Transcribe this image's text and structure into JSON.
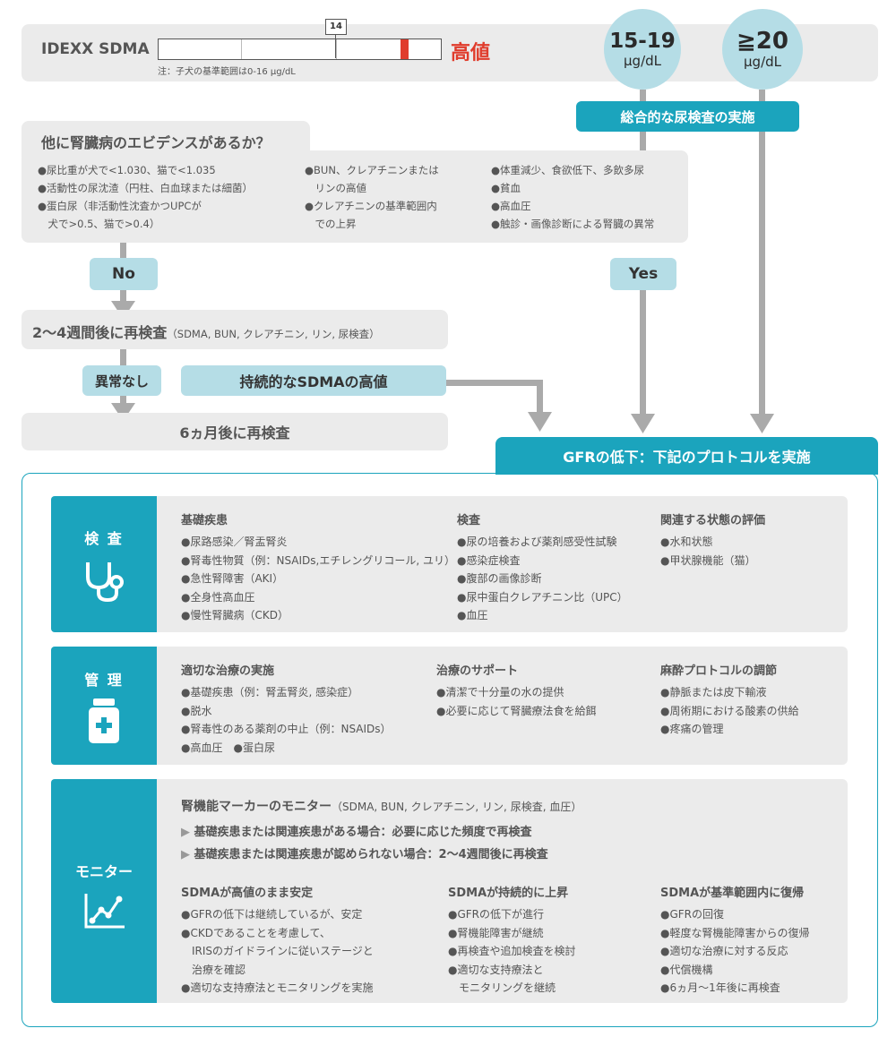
{
  "top": {
    "label": "IDEXX SDMA",
    "marker": "14",
    "high": "高値",
    "note": "注：子犬の基準範囲は0-16 μg/dL"
  },
  "circles": [
    {
      "value": "15-19",
      "unit": "μg/dL"
    },
    {
      "value": "≧20",
      "unit": "μg/dL"
    }
  ],
  "urine_test": "総合的な尿検査の実施",
  "evidence": {
    "title": "他に腎臓病のエビデンスがあるか？",
    "col1": [
      "●尿比重が犬で<1.030、猫で<1.035",
      "●活動性の尿沈渣（円柱、白血球または細菌）",
      "●蛋白尿（非活動性沈査かつUPCが",
      "　犬で>0.5、猫で>0.4）"
    ],
    "col2": [
      "●BUN、クレアチニンまたは",
      "　リンの高値",
      "●クレアチニンの基準範囲内",
      "　での上昇"
    ],
    "col3": [
      "●体重減少、食欲低下、多飲多尿",
      "●貧血",
      "●高血圧",
      "●触診・画像診断による腎臓の異常"
    ]
  },
  "no": "No",
  "yes": "Yes",
  "recheck": {
    "main": "2〜4週間後に再検査",
    "sub": "（SDMA, BUN, クレアチニン, リン, 尿検査）"
  },
  "normal": "異常なし",
  "persistent": "持続的なSDMAの高値",
  "six_month": "6ヵ月後に再検査",
  "gfr": "GFRの低下：下記のプロトコルを実施",
  "sections": {
    "exam": {
      "label": "検 査",
      "icon": "stethoscope-icon",
      "columns": [
        {
          "title": "基礎疾患",
          "items": [
            "●尿路感染／腎盂腎炎",
            "●腎毒性物質（例：NSAIDs,エチレングリコール, ユリ）",
            "●急性腎障害（AKI）",
            "●全身性高血圧",
            "●慢性腎臓病（CKD）"
          ]
        },
        {
          "title": "検査",
          "items": [
            "●尿の培養および薬剤感受性試験",
            "●感染症検査",
            "●腹部の画像診断",
            "●尿中蛋白クレアチニン比（UPC）",
            "●血圧"
          ]
        },
        {
          "title": "関連する状態の評価",
          "items": [
            "●水和状態",
            "●甲状腺機能（猫）"
          ]
        }
      ]
    },
    "manage": {
      "label": "管 理",
      "icon": "medicine-bottle-icon",
      "columns": [
        {
          "title": "適切な治療の実施",
          "items": [
            "●基礎疾患（例：腎盂腎炎, 感染症）",
            "●脱水",
            "●腎毒性のある薬剤の中止（例：NSAIDs）",
            "●高血圧　●蛋白尿"
          ]
        },
        {
          "title": "治療のサポート",
          "items": [
            "●清潔で十分量の水の提供",
            "●必要に応じて腎臓療法食を給餌"
          ]
        },
        {
          "title": "麻酔プロトコルの調節",
          "items": [
            "●静脈または皮下輸液",
            "●周術期における酸素の供給",
            "●疼痛の管理"
          ]
        }
      ]
    },
    "monitor": {
      "label": "モニター",
      "icon": "line-chart-icon",
      "title_main": "腎機能マーカーのモニター",
      "title_sub": "（SDMA, BUN, クレアチニン, リン, 尿検査, 血圧）",
      "line1": "基礎疾患または関連疾患がある場合：必要に応じた頻度で再検査",
      "line2": "基礎疾患または関連疾患が認められない場合：2〜4週間後に再検査",
      "columns": [
        {
          "title": "SDMAが高値のまま安定",
          "items": [
            "●GFRの低下は継続しているが、安定",
            "●CKDであることを考慮して、",
            "　IRISのガイドラインに従いステージと",
            "　治療を確認",
            "●適切な支持療法とモニタリングを実施"
          ]
        },
        {
          "title": "SDMAが持続的に上昇",
          "items": [
            "●GFRの低下が進行",
            "●腎機能障害が継続",
            "●再検査や追加検査を検討",
            "●適切な支持療法と",
            "　モニタリングを継続"
          ]
        },
        {
          "title": "SDMAが基準範囲内に復帰",
          "items": [
            "●GFRの回復",
            "●軽度な腎機能障害からの復帰",
            "●適切な治療に対する反応",
            "●代償機構",
            "●6ヵ月〜1年後に再検査"
          ]
        }
      ]
    }
  },
  "colors": {
    "teal": "#1ba4bd",
    "light_teal": "#b5dde6",
    "gray": "#ebebeb",
    "arrow": "#aaaaaa",
    "red": "#e03c2c"
  }
}
